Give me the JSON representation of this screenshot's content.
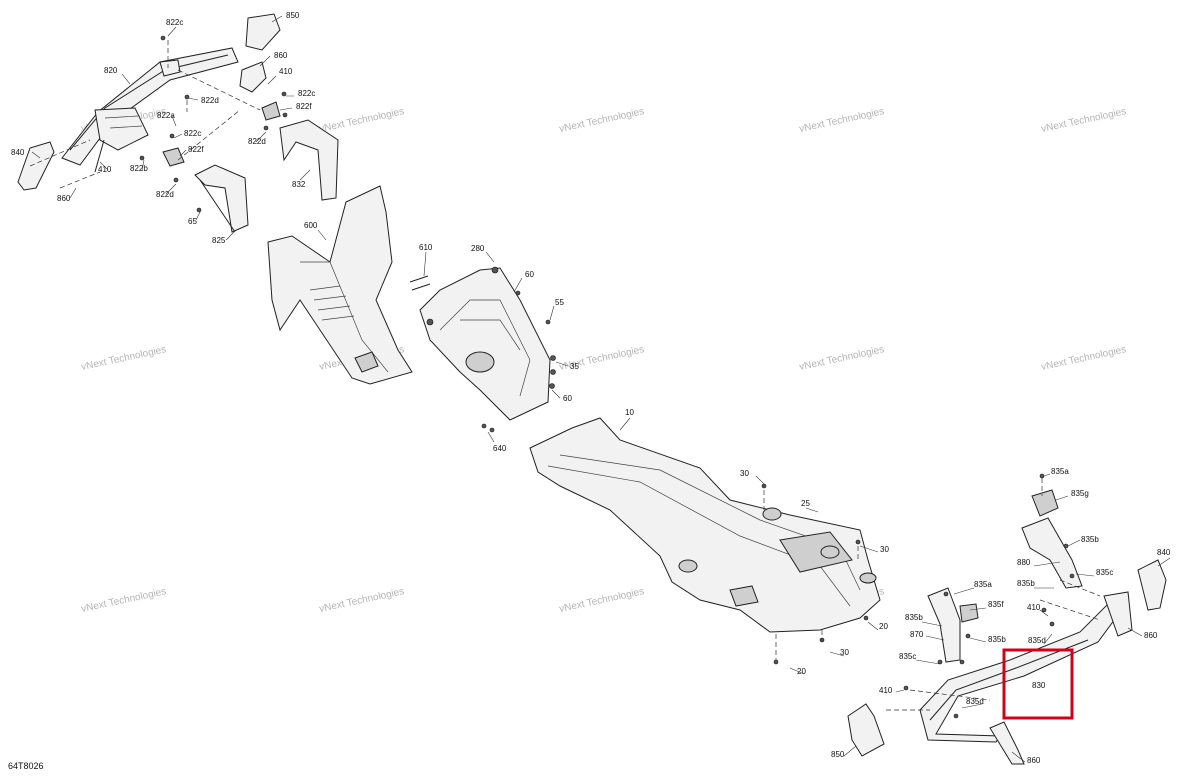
{
  "diagram": {
    "figure_code": "64T8026",
    "watermark": "vNext Technologies",
    "highlight_color": "#d0021b",
    "highlighted_part": "830",
    "callouts": [
      "822c",
      "850",
      "860",
      "410",
      "820",
      "822c",
      "822f",
      "822a",
      "822d",
      "840",
      "822c",
      "822f",
      "822d",
      "410",
      "822b",
      "832",
      "860",
      "822d",
      "65",
      "825",
      "600",
      "610",
      "280",
      "60",
      "55",
      "35",
      "60",
      "640",
      "10",
      "30",
      "835a",
      "835g",
      "25",
      "30",
      "835b",
      "880",
      "835c",
      "835a",
      "835b",
      "835f",
      "840",
      "410",
      "835b",
      "870",
      "835b",
      "835d",
      "860",
      "30",
      "20",
      "835c",
      "20",
      "830",
      "410",
      "835d",
      "850",
      "860"
    ]
  }
}
